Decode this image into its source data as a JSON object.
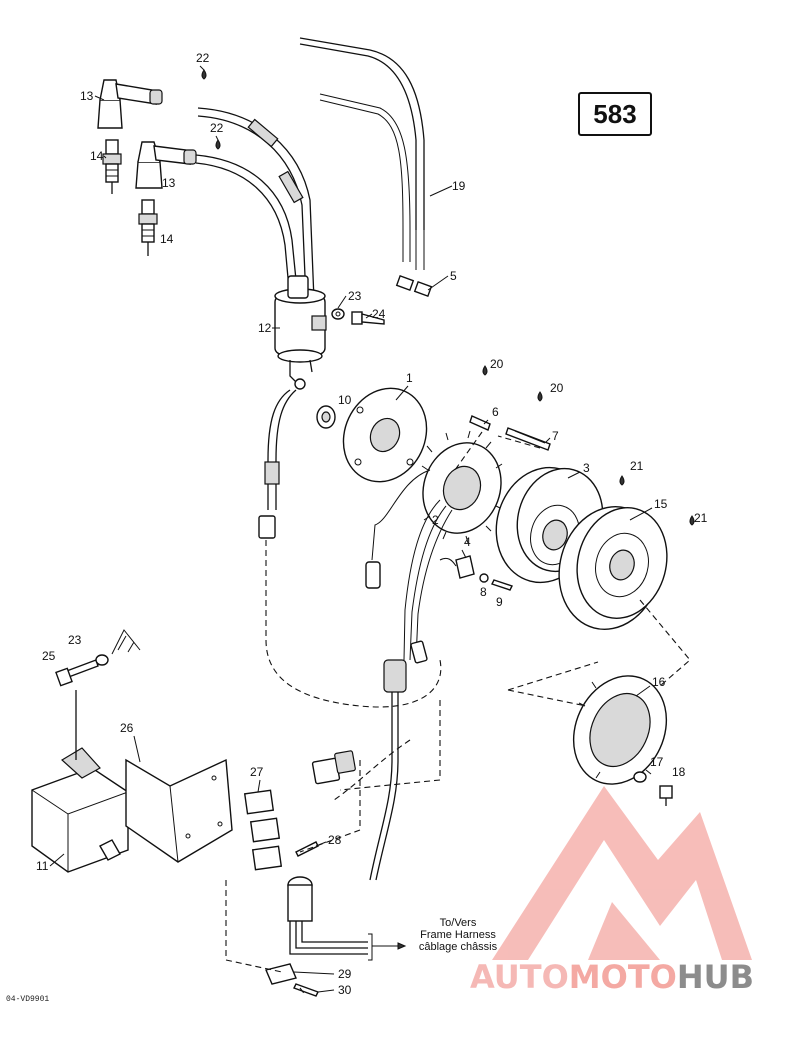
{
  "page_number": "583",
  "document_code": "04-VD9901",
  "destination_label": {
    "line1": "To/Vers",
    "line2": "Frame Harness",
    "line3": "câblage châssis"
  },
  "watermark": {
    "part1": "AUTO",
    "part2": "MOTO",
    "part3": "HUB",
    "color_logo": "#f4a7a2",
    "color_text_gray": "#8c8c8c"
  },
  "callouts": [
    {
      "id": "c22a",
      "label": "22"
    },
    {
      "id": "c13a",
      "label": "13"
    },
    {
      "id": "c22b",
      "label": "22"
    },
    {
      "id": "c14a",
      "label": "14"
    },
    {
      "id": "c13b",
      "label": "13"
    },
    {
      "id": "c14b",
      "label": "14"
    },
    {
      "id": "c19",
      "label": "19"
    },
    {
      "id": "c5",
      "label": "5"
    },
    {
      "id": "c23a",
      "label": "23"
    },
    {
      "id": "c24",
      "label": "24"
    },
    {
      "id": "c12",
      "label": "12"
    },
    {
      "id": "c20a",
      "label": "20"
    },
    {
      "id": "c1",
      "label": "1"
    },
    {
      "id": "c20b",
      "label": "20"
    },
    {
      "id": "c10",
      "label": "10"
    },
    {
      "id": "c6",
      "label": "6"
    },
    {
      "id": "c7",
      "label": "7"
    },
    {
      "id": "c3",
      "label": "3"
    },
    {
      "id": "c21a",
      "label": "21"
    },
    {
      "id": "c2",
      "label": "2"
    },
    {
      "id": "c15",
      "label": "15"
    },
    {
      "id": "c21b",
      "label": "21"
    },
    {
      "id": "c4",
      "label": "4"
    },
    {
      "id": "c8",
      "label": "8"
    },
    {
      "id": "c9",
      "label": "9"
    },
    {
      "id": "c23b",
      "label": "23"
    },
    {
      "id": "c25",
      "label": "25"
    },
    {
      "id": "c16",
      "label": "16"
    },
    {
      "id": "c26",
      "label": "26"
    },
    {
      "id": "c17",
      "label": "17"
    },
    {
      "id": "c18",
      "label": "18"
    },
    {
      "id": "c27",
      "label": "27"
    },
    {
      "id": "c11",
      "label": "11"
    },
    {
      "id": "c28",
      "label": "28"
    },
    {
      "id": "c29",
      "label": "29"
    },
    {
      "id": "c30",
      "label": "30"
    }
  ]
}
